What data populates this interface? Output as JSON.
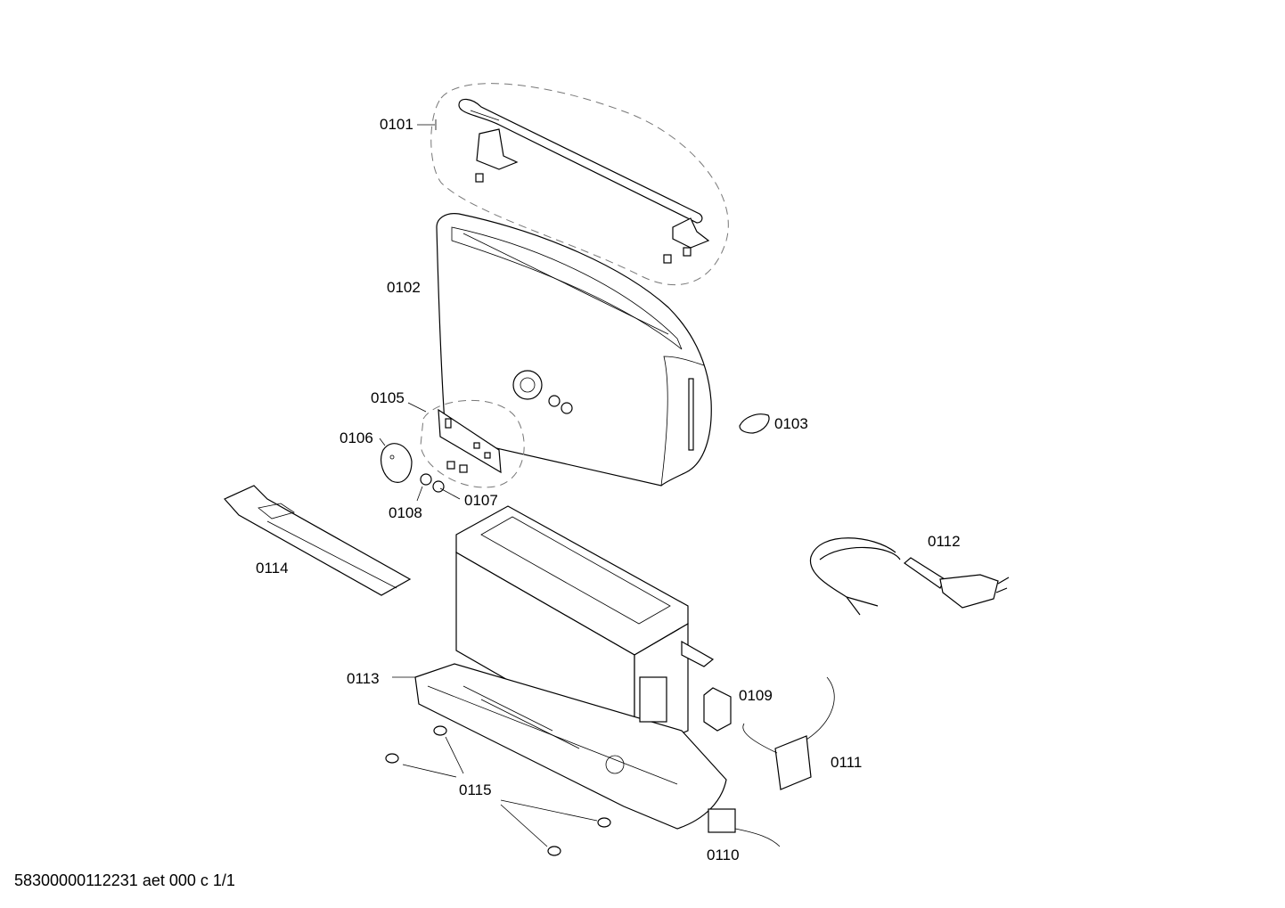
{
  "labels": {
    "p0101": "0101",
    "p0102": "0102",
    "p0103": "0103",
    "p0105": "0105",
    "p0106": "0106",
    "p0107": "0107",
    "p0108": "0108",
    "p0109": "0109",
    "p0110": "0110",
    "p0111": "0111",
    "p0112": "0112",
    "p0113": "0113",
    "p0114": "0114",
    "p0115": "0115"
  },
  "footer": "58300000112231 aet 000 c 1/1"
}
